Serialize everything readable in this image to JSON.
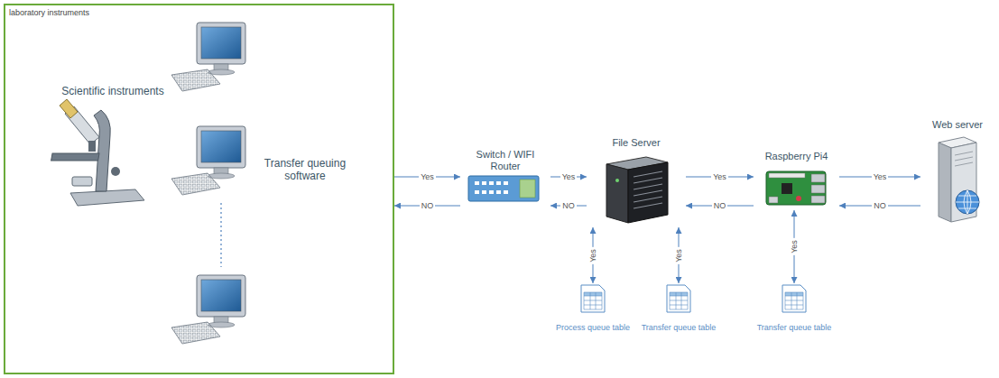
{
  "diagram": {
    "nodes": [
      {
        "text": [
          "laboratory instruments"
        ]
      },
      {
        "text": [
          "Scientific instruments"
        ],
        "in": 0
      },
      {
        "text": [
          "Transfer queuing software"
        ],
        "in": 0
      },
      {
        "text": [
          "Switch / WIFI Router"
        ]
      },
      {
        "text": [
          "File Server"
        ]
      },
      {
        "text": [
          "Raspberry Pi4"
        ]
      },
      {
        "text": [
          "Web server"
        ]
      },
      {
        "text": [
          "Process queue table"
        ]
      },
      {
        "text": [
          "Transfer queue table"
        ]
      },
      {
        "text": [
          "Transfer queue table"
        ]
      }
    ],
    "edges": [
      {
        "from": 0,
        "to": 3,
        "label": "Yes",
        "arrow": "to"
      },
      {
        "from": 3,
        "to": 0,
        "label": "NO",
        "arrow": "to"
      },
      {
        "from": 3,
        "to": 4,
        "label": "Yes",
        "arrow": "to"
      },
      {
        "from": 4,
        "to": 3,
        "label": "NO",
        "arrow": "to"
      },
      {
        "from": 4,
        "to": 5,
        "label": "Yes",
        "arrow": "to"
      },
      {
        "from": 5,
        "to": 4,
        "label": "NO",
        "arrow": "to"
      },
      {
        "from": 5,
        "to": 6,
        "label": "Yes",
        "arrow": "to"
      },
      {
        "from": 6,
        "to": 5,
        "label": "NO",
        "arrow": "to"
      },
      {
        "from": 4,
        "to": 7,
        "label": "Yes",
        "arrow": "both"
      },
      {
        "from": 4,
        "to": 8,
        "label": "Yes",
        "arrow": "both"
      },
      {
        "from": 5,
        "to": 9,
        "label": "Yes",
        "arrow": "both"
      }
    ]
  }
}
